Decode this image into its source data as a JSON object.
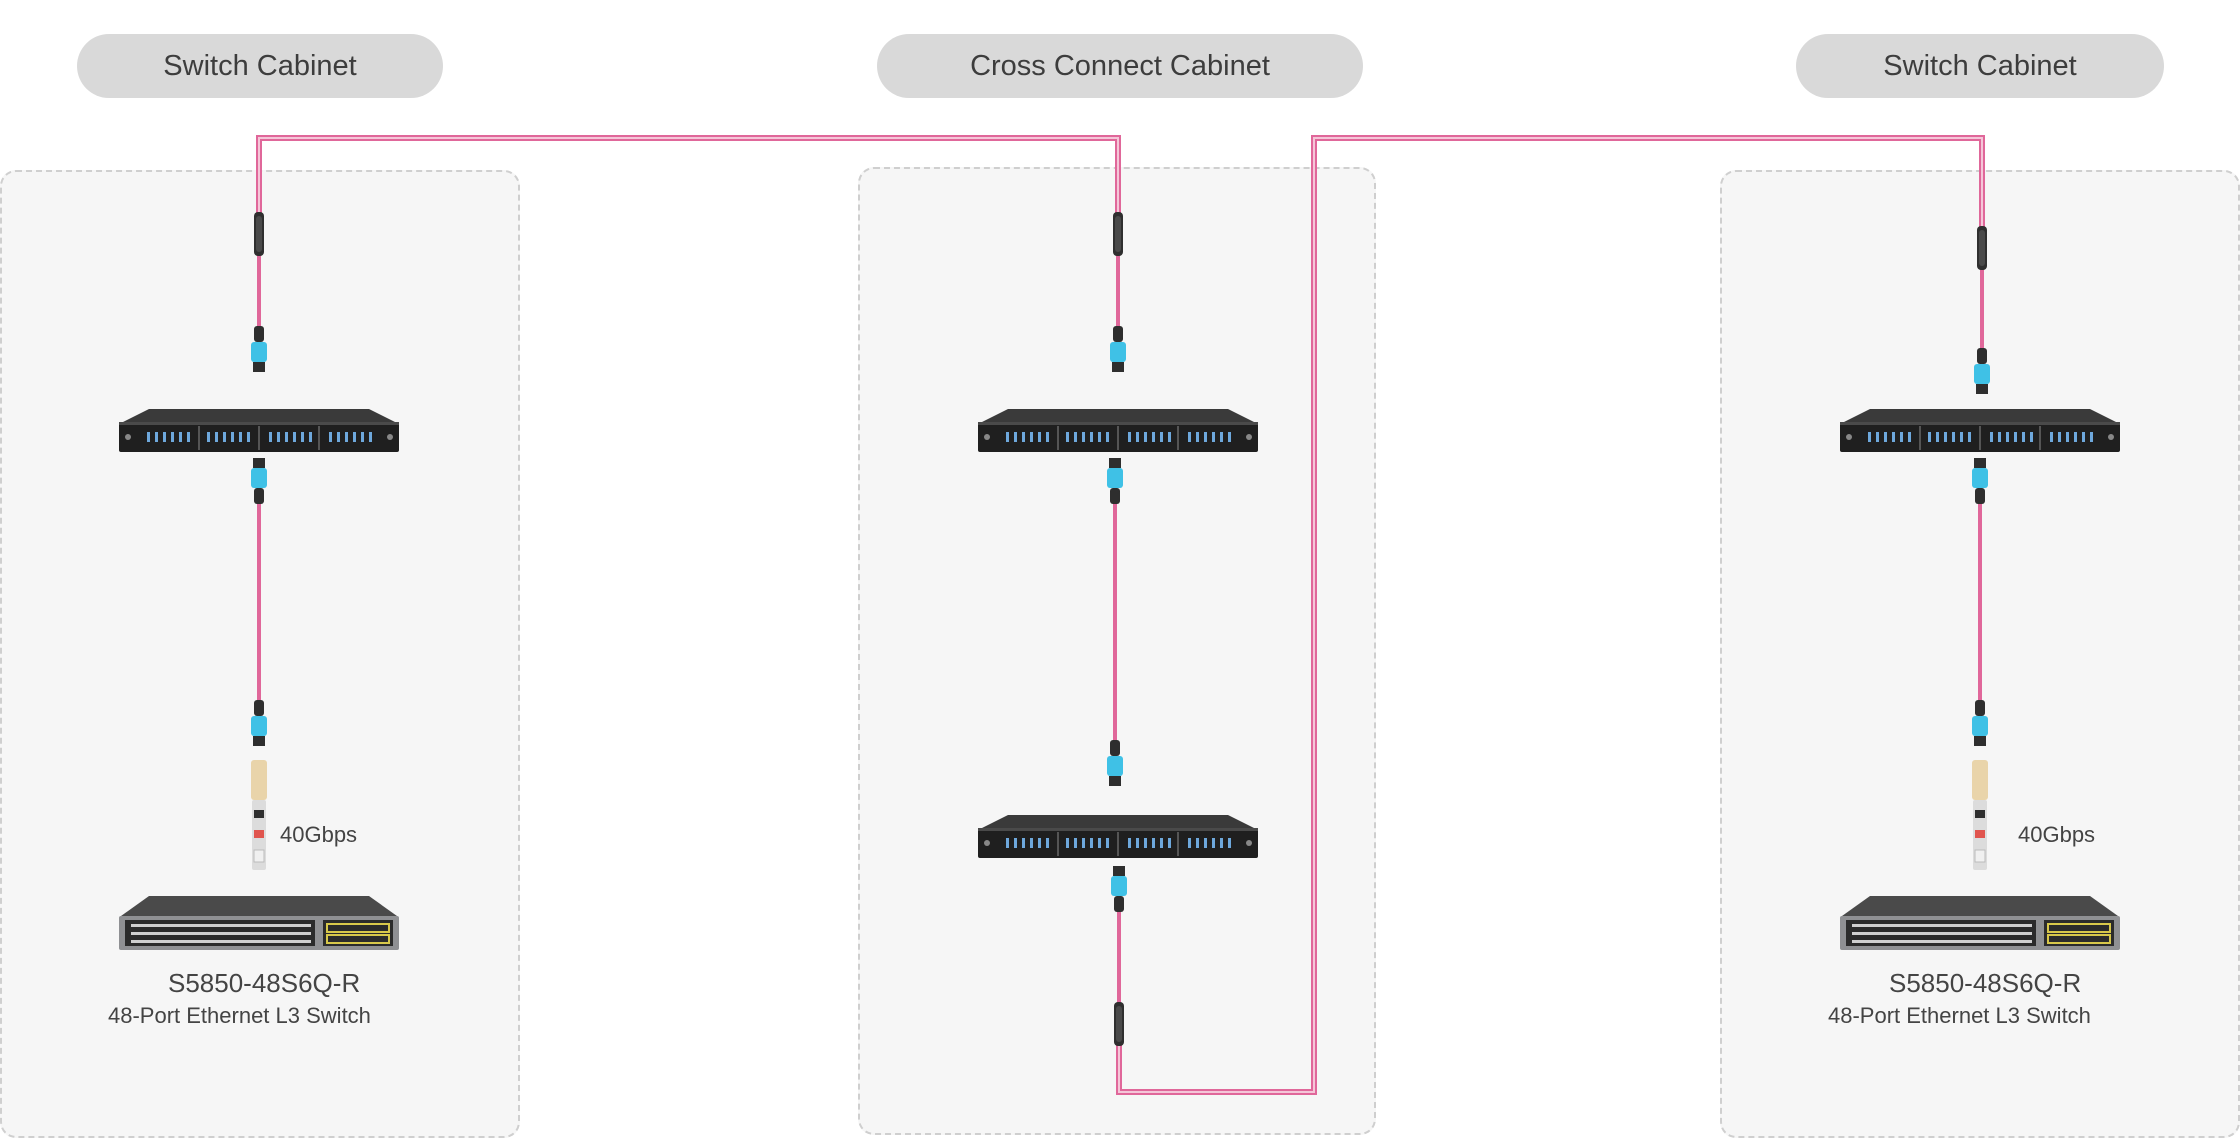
{
  "cabinets": {
    "left": {
      "title": "Switch Cabinet"
    },
    "middle": {
      "title": "Cross Connect Cabinet"
    },
    "right": {
      "title": "Switch Cabinet"
    }
  },
  "switches": {
    "left": {
      "model": "S5850-48S6Q-R",
      "description": "48-Port Ethernet L3 Switch",
      "speed": "40Gbps"
    },
    "right": {
      "model": "S5850-48S6Q-R",
      "description": "48-Port Ethernet L3 Switch",
      "speed": "40Gbps"
    }
  },
  "colors": {
    "cable": "#e0679a",
    "connector": "#3fc1e6",
    "pill": "#d9d9d9"
  }
}
